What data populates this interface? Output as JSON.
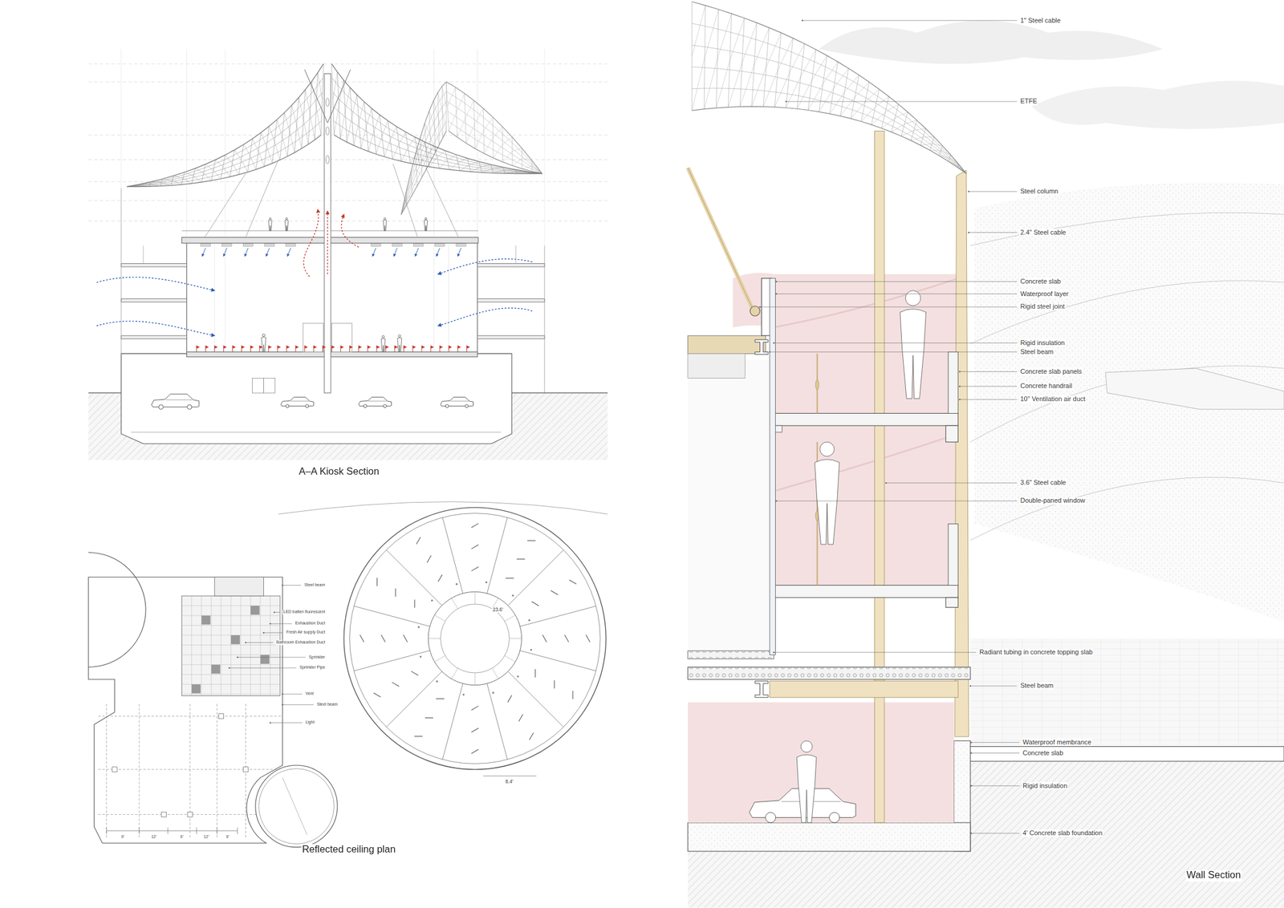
{
  "diagram": {
    "labels": [
      "A–A Kiosk Section",
      "Reflected ceiling plan",
      "Steel beam",
      "LED batten fluorescent",
      "Exhaustion Duct",
      "Fresh Air supply Duct",
      "Bathroom Exhaustion Duct",
      "Sprinkler",
      "Sprinkler Pipe",
      "Vent",
      "Steel beam",
      "Light",
      "23.6'",
      "8.4'",
      "9'",
      "12'",
      "9'",
      "12'",
      "9'",
      "1\" Steel cable",
      "ETFE",
      "Steel column",
      "2.4\" Steel cable",
      "Concrete slab",
      "Waterproof layer",
      "Rigid steel joint",
      "Rigid insulation",
      "Steel beam",
      "Concrete slab panels",
      "Concrete handrail",
      "10\" Ventilation air duct",
      "3.6\" Steel cable",
      "Double-paned window",
      "Radiant tubing in concrete topping slab",
      "Steel beam",
      "Waterproof membrance",
      "Concrete slab",
      "Rigid insulation",
      "4' Concrete slab foundation",
      "Wall Section"
    ]
  }
}
